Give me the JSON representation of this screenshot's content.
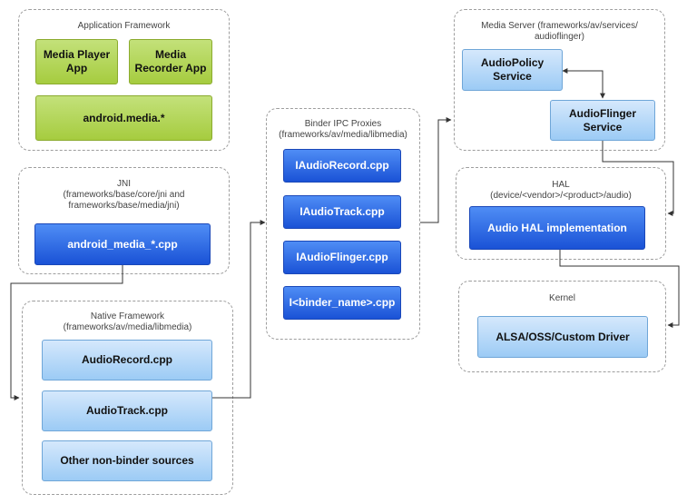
{
  "groups": {
    "app_framework": {
      "title": "Application Framework"
    },
    "jni": {
      "title": "JNI\n(frameworks/base/core/jni and\nframeworks/base/media/jni)"
    },
    "native_framework": {
      "title": "Native Framework\n(frameworks/av/media/libmedia)"
    },
    "binder": {
      "title": "Binder IPC Proxies\n(frameworks/av/media/libmedia)"
    },
    "media_server": {
      "title": "Media Server (frameworks/av/services/\naudioflinger)"
    },
    "hal": {
      "title": "HAL\n(device/<vendor>/<product>/audio)"
    },
    "kernel": {
      "title": "Kernel"
    }
  },
  "boxes": {
    "media_player_app": "Media Player\nApp",
    "media_recorder_app": "Media\nRecorder App",
    "android_media": "android.media.*",
    "android_media_cpp": "android_media_*.cpp",
    "audio_record_cpp": "AudioRecord.cpp",
    "audio_track_cpp": "AudioTrack.cpp",
    "other_non_binder": "Other non-binder sources",
    "iaudio_record_cpp": "IAudioRecord.cpp",
    "iaudio_track_cpp": "IAudioTrack.cpp",
    "iaudio_flinger_cpp": "IAudioFlinger.cpp",
    "ibinder_name_cpp": "I<binder_name>.cpp",
    "audio_policy_service": "AudioPolicy\nService",
    "audio_flinger_service": "AudioFlinger\nService",
    "audio_hal_impl": "Audio HAL implementation",
    "alsa_driver": "ALSA/OSS/Custom Driver"
  },
  "colors": {
    "green": "#a6cc3f",
    "blue": "#1a52d6",
    "light_blue": "#9ccbf5",
    "border_dashed": "#9e9e9e",
    "arrow": "#333333"
  }
}
